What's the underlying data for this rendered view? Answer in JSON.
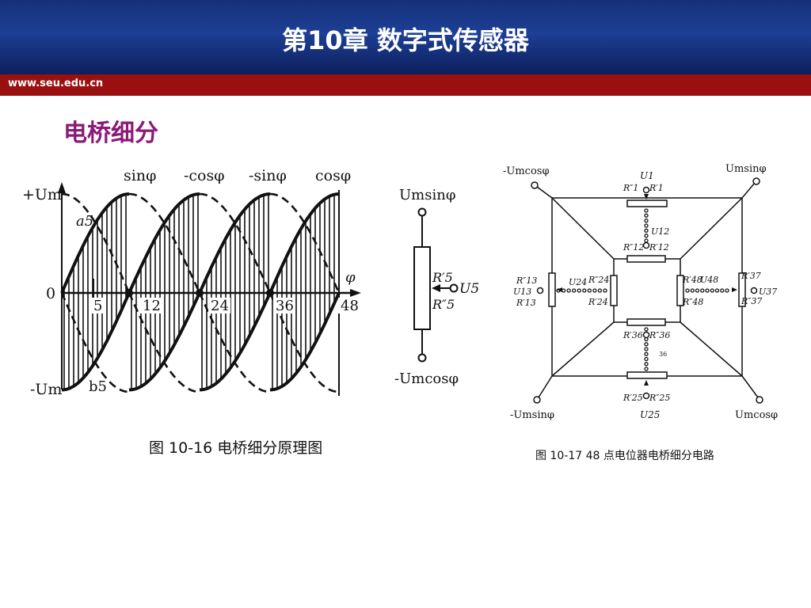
{
  "header": {
    "title": "第10章 数字式传感器",
    "url": "www.seu.edu.cn"
  },
  "section_title": "电桥细分",
  "fig16": {
    "caption": "图 10-16  电桥细分原理图",
    "axis_top": "+Um",
    "axis_bottom": "-Um",
    "axis_phi": "φ",
    "zero": "0",
    "curve_sin": "sinφ",
    "curve_negcos": "-cosφ",
    "curve_negsin": "-sinφ",
    "curve_cos": "cosφ",
    "label_a5": "a5",
    "label_b5": "b5",
    "ticks": [
      "5",
      "12",
      "24",
      "36",
      "48"
    ],
    "resistor_top": "Umsinφ",
    "resistor_r5p": "R′5",
    "resistor_r5pp": "R″5",
    "resistor_u5": "U5",
    "resistor_bottom": "-Umcosφ"
  },
  "fig17": {
    "caption": "图 10-17  48 点电位器电桥细分电路",
    "corner_tl": "-Umcosφ",
    "corner_tr": "Umsinφ",
    "corner_bl": "-Umsinφ",
    "corner_br": "Umcosφ",
    "u1": "U1",
    "r1pp": "R″1",
    "r1p": "R′1",
    "u12": "U12",
    "r12pp": "R″12",
    "r12p": "R′12",
    "r13pp": "R″13",
    "r13p": "R′13",
    "u13": "U13",
    "u24": "U24",
    "r24pp": "R″24",
    "r24p": "R′24",
    "r48p": "R′48",
    "r48pp": "R″48",
    "u48": "U48",
    "r37p": "R′37",
    "r37pp": "R″37",
    "u37": "U37",
    "r36p": "R′36",
    "r36pp": "R″36",
    "n36": "36",
    "r25p": "R′25",
    "r25pp": "R″25",
    "u25": "U25"
  }
}
